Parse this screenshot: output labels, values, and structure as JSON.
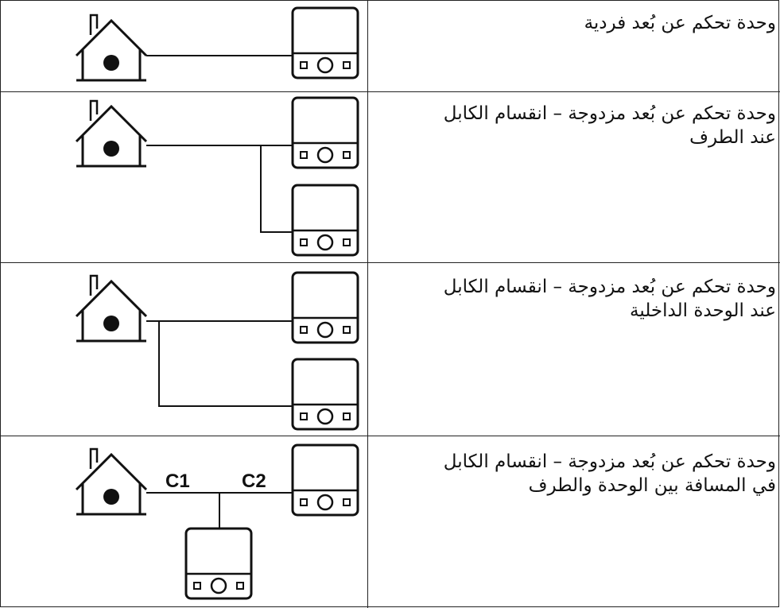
{
  "rows": [
    {
      "description": "وحدة تحكم عن بُعد فردية"
    },
    {
      "description": "وحدة تحكم عن بُعد مزدوجة – انقسام الكابل\nعند الطرف"
    },
    {
      "description": "وحدة تحكم عن بُعد مزدوجة – انقسام الكابل\nعند الوحدة الداخلية"
    },
    {
      "description": "وحدة تحكم عن بُعد مزدوجة – انقسام الكابل\nفي المسافة بين الوحدة والطرف"
    }
  ],
  "cable_labels": {
    "c1": "C1",
    "c2": "C2"
  },
  "colors": {
    "line": "#111111",
    "grid": "#222222",
    "background": "#ffffff"
  }
}
